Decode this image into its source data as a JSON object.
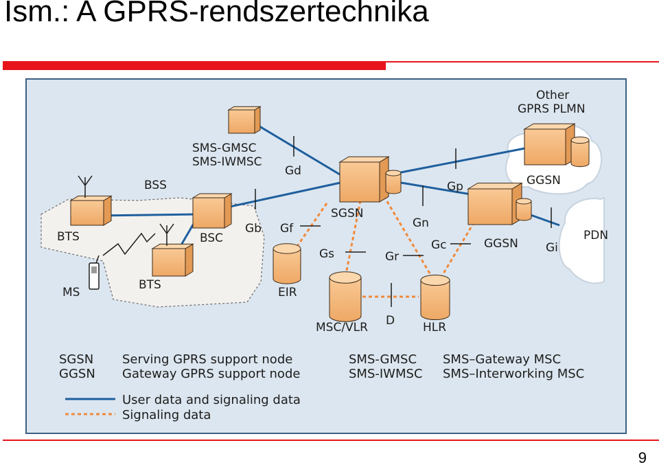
{
  "slide": {
    "title": "Ism.: A GPRS-rendszertechnika",
    "page_number": "9"
  },
  "diagram": {
    "labels": {
      "other_plmn_1": "Other",
      "other_plmn_2": "GPRS PLMN",
      "ggsn_remote": "GGSN",
      "pdn": "PDN",
      "sms_gmsc": "SMS-GMSC",
      "sms_iwmsc": "SMS-IWMSC",
      "bss": "BSS",
      "bts_top": "BTS",
      "bsc": "BSC",
      "bts_bottom": "BTS",
      "ms": "MS",
      "sgsn": "SGSN",
      "ggsn": "GGSN",
      "eir": "EIR",
      "msc_vlr": "MSC/VLR",
      "hlr": "HLR",
      "if_gd": "Gd",
      "if_gb": "Gb",
      "if_gf": "Gf",
      "if_gs": "Gs",
      "if_gr": "Gr",
      "if_gn": "Gn",
      "if_gp": "Gp",
      "if_gc": "Gc",
      "if_gi": "Gi",
      "if_d": "D"
    },
    "legend": {
      "abbrev": [
        {
          "abbr": "SGSN",
          "meaning": "Serving GPRS support node"
        },
        {
          "abbr": "GGSN",
          "meaning": "Gateway GPRS support node"
        },
        {
          "abbr": "SMS-GMSC",
          "meaning": "SMS–Gateway MSC"
        },
        {
          "abbr": "SMS-IWMSC",
          "meaning": "SMS–Interworking MSC"
        }
      ],
      "user_data_line": "User data and signaling data",
      "signaling_line": "Signaling data"
    },
    "colors": {
      "background": "#dce6f0",
      "frame": "#3d5f80",
      "node_fill": "#f7c08a",
      "node_stroke": "#3a2a1a",
      "user_data_line": "#1e5f9e",
      "signaling_line": "#f08a3c",
      "title_bar": "#e8141b"
    }
  }
}
